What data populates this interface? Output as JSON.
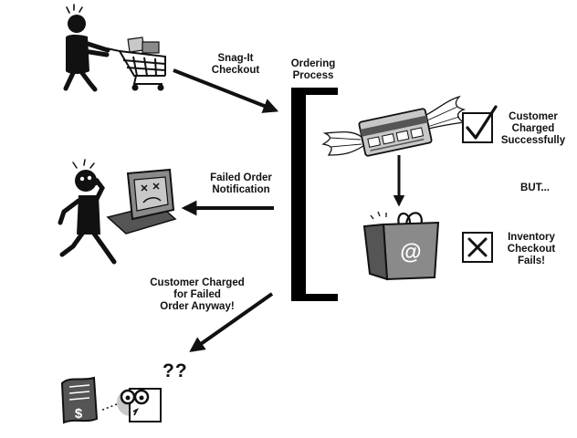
{
  "labels": {
    "snag_it_checkout": [
      "Snag-It",
      "Checkout"
    ],
    "ordering_process": [
      "Ordering",
      "Process"
    ],
    "customer_charged_successfully": [
      "Customer",
      "Charged",
      "Successfully"
    ],
    "but": "BUT...",
    "inventory_checkout_fails": [
      "Inventory",
      "Checkout",
      "Fails!"
    ],
    "failed_order_notification": [
      "Failed Order",
      "Notification"
    ],
    "customer_charged_anyway": [
      "Customer Charged",
      "for Failed",
      "Order Anyway!"
    ],
    "question_marks": "??",
    "envelope_at_symbol": "@",
    "receipt_dollar_symbol": "$"
  },
  "colors": {
    "ink": "#111111",
    "gray_dark": "#555555",
    "gray_mid": "#8a8a8a",
    "gray_light": "#c8c8c8"
  },
  "icons": [
    "shopper-with-cart",
    "flying-credit-card",
    "checkmark-box",
    "shopping-bag",
    "x-box",
    "frustrated-person",
    "broken-computer",
    "receipt",
    "confused-face"
  ]
}
